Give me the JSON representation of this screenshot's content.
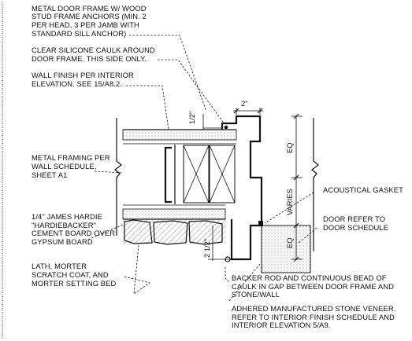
{
  "notes": {
    "door_frame": [
      "METAL DOOR FRAME W/ WOOD",
      "STUD FRAME ANCHORS (MIN. 2",
      "PER HEAD, 3 PER JAMB WITH",
      "STANDARD SILL ANCHOR)"
    ],
    "caulk": [
      "CLEAR SILICONE CAULK AROUND",
      "DOOR FRAME. THIS SIDE ONLY."
    ],
    "wall_finish": [
      "WALL FINISH PER INTERIOR",
      "ELEVATION. SEE 15/A8.2."
    ],
    "metal_framing": [
      "METAL FRAMING PER",
      "WALL SCHEDULE,",
      "SHEET A1"
    ],
    "cement_board": [
      "1/4\" JAMES HARDIE",
      "\"HARDIEBACKER\"",
      "CEMENT BOARD OVER",
      "GYPSUM BOARD"
    ],
    "lath": [
      "LATH, MORTER",
      "SCRATCH COAT, AND",
      "MORTER SETTING BED"
    ],
    "acoustical_gasket": [
      "ACOUSTICAL GASKET"
    ],
    "door": [
      "DOOR REFER TO",
      "DOOR SCHEDULE"
    ],
    "backer_rod": [
      "BACKER ROD AND CONTINUOUS BEAD OF",
      "CAULK IN GAP BETWEEN DOOR FRAME AND",
      "STONE/WALL"
    ],
    "stone_veneer": [
      "ADHERED MANUFACTURED STONE VENEER.",
      "REFER TO INTERIOR FINISH SCHEDULE AND",
      "INTERIOR ELEVATION 5/A9."
    ]
  },
  "dimensions": {
    "half_inch": "1/2\"",
    "two_inch": "2\"",
    "eq_top": "EQ",
    "varies": "VARIES",
    "eq_bottom": "EQ",
    "two_half_inch": "2 1/2\""
  }
}
